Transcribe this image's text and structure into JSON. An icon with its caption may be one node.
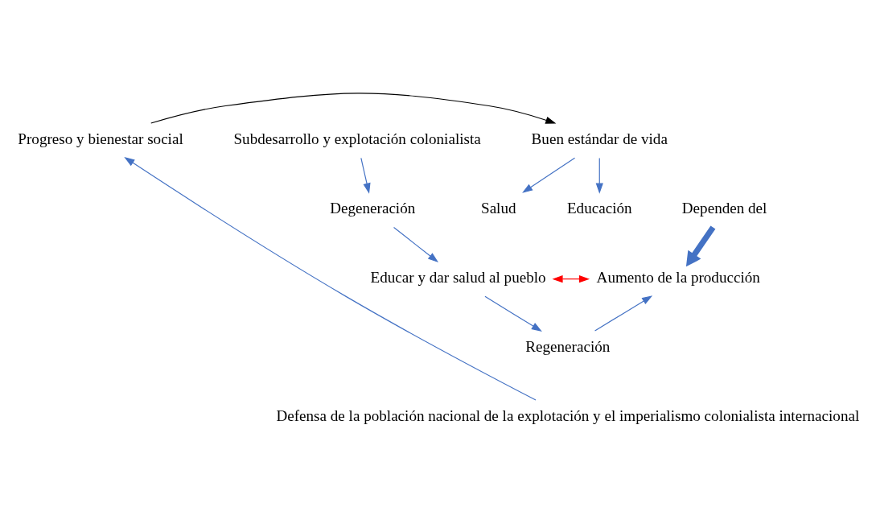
{
  "diagram": {
    "nodes": [
      {
        "text": [
          "Progreso y bienestar social"
        ]
      },
      {
        "text": [
          "Buen estándar de vida"
        ]
      },
      {
        "text": [
          "Salud"
        ]
      },
      {
        "text": [
          "Educación"
        ]
      },
      {
        "text": [
          "Dependen del"
        ]
      },
      {
        "text": [
          "Subdesarrollo y explotación colonialista"
        ]
      },
      {
        "text": [
          "Degeneración"
        ]
      },
      {
        "text": [
          "Educar y dar salud al pueblo"
        ]
      },
      {
        "text": [
          "Aumento de la producción"
        ]
      },
      {
        "text": [
          "Regeneración"
        ]
      },
      {
        "text": [
          "Defensa de la población nacional de la explotación y el imperialismo colonialista internacional"
        ]
      }
    ],
    "edges": [
      {
        "from": 0,
        "to": 1,
        "arrow": "to",
        "color": "#000000"
      },
      {
        "from": 1,
        "to": 2,
        "arrow": "to"
      },
      {
        "from": 1,
        "to": 3,
        "arrow": "to"
      },
      {
        "from": 4,
        "to": 8,
        "arrow": "to",
        "style": "thick"
      },
      {
        "from": 5,
        "to": 6,
        "arrow": "to"
      },
      {
        "from": 6,
        "to": 7,
        "arrow": "to"
      },
      {
        "from": 7,
        "to": 8,
        "arrow": "both",
        "color": "#ff0000"
      },
      {
        "from": 7,
        "to": 9,
        "arrow": "to"
      },
      {
        "from": 9,
        "to": 8,
        "arrow": "to"
      },
      {
        "from": 10,
        "to": 0,
        "arrow": "to"
      }
    ]
  }
}
